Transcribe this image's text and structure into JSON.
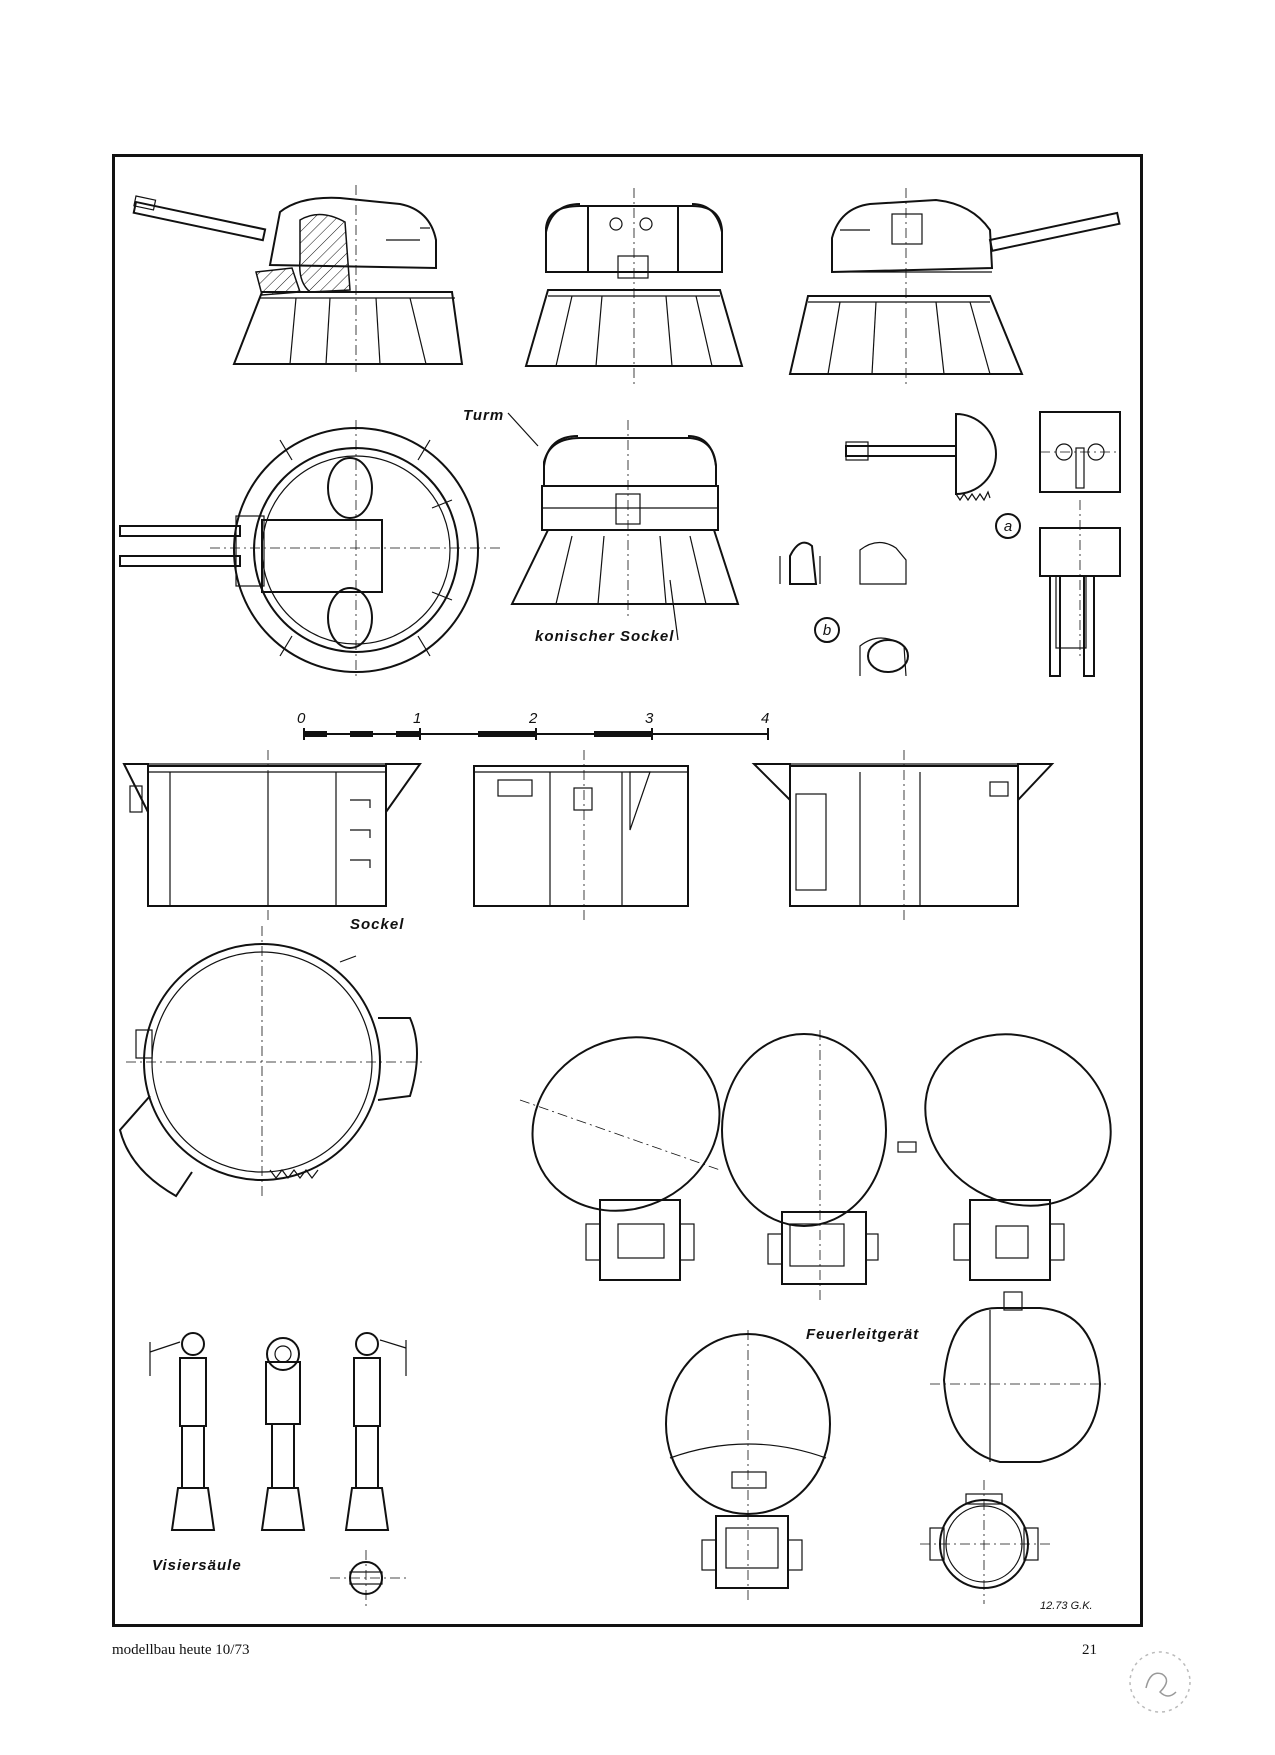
{
  "labels": {
    "turm": "Turm",
    "konischer_sockel": "konischer Sockel",
    "sockel": "Sockel",
    "feuerleitgeraet": "Feuerleitgerät",
    "visiersaeule": "Visiersäule",
    "detail_a": "a",
    "detail_b": "b"
  },
  "scale_bar": {
    "ticks": [
      "0",
      "1",
      "2",
      "3",
      "4"
    ]
  },
  "footer": {
    "publication": "modellbau heute 10/73",
    "page_number": "21",
    "signature": "12.73 G.K."
  }
}
